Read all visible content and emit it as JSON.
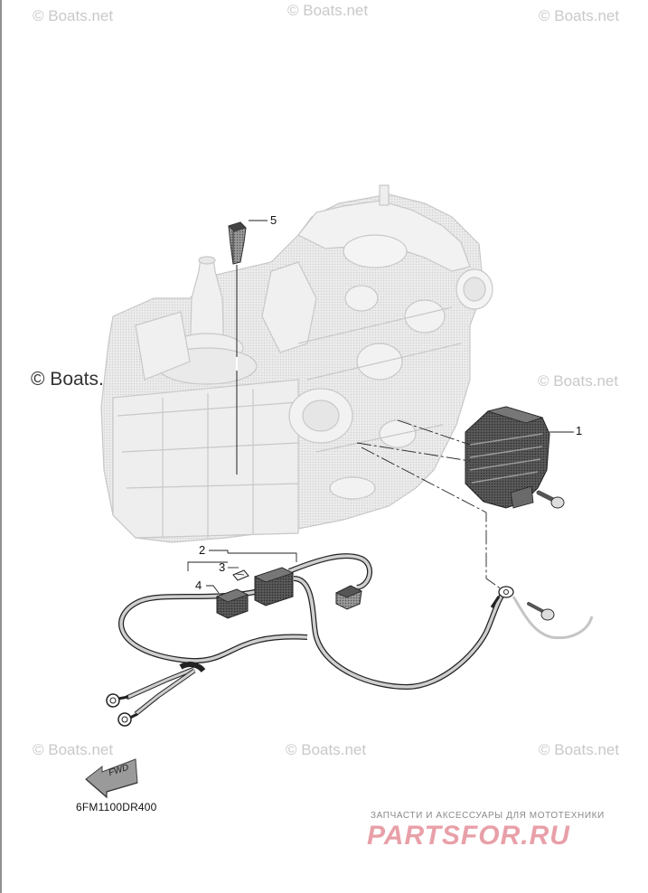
{
  "watermarks": {
    "small": "© Boats.net",
    "large": "© Boats.net"
  },
  "callouts": {
    "c1": "1",
    "c2": "2",
    "c3": "3",
    "c4": "4",
    "c5": "5"
  },
  "diagram_code": "6FM1100DR400",
  "fwd_label": "FWD",
  "banner": {
    "tagline": "ЗАПЧАСТИ И АКСЕССУАРЫ ДЛЯ МОТОТЕХНИКИ",
    "logo": "PARTSFOR.RU"
  }
}
